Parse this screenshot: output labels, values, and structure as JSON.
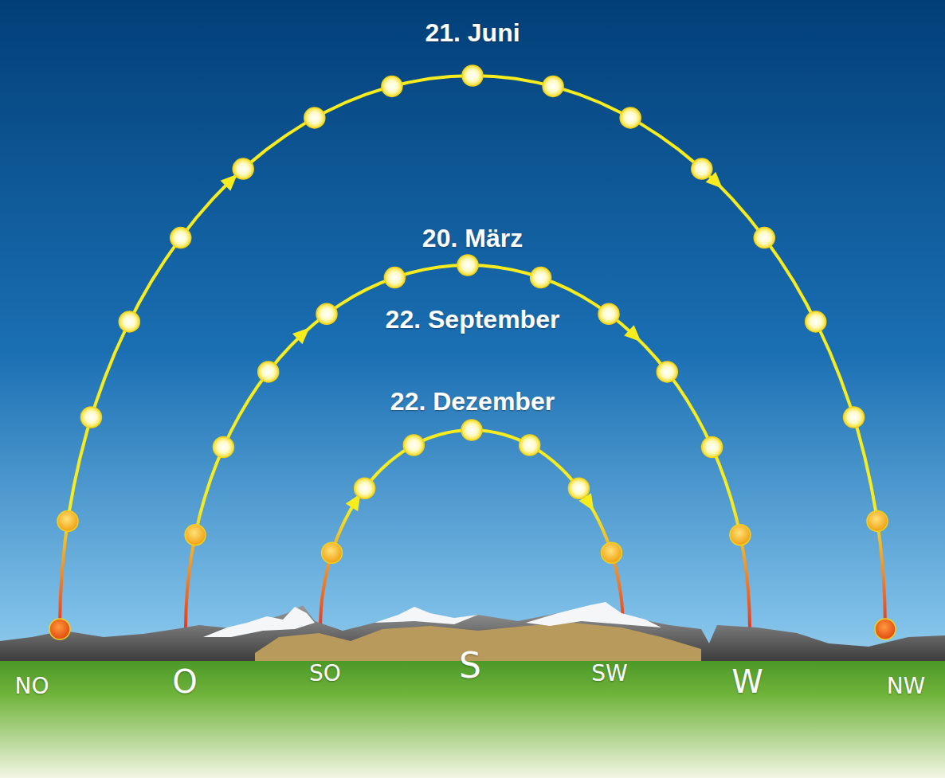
{
  "diagram": {
    "labels": [
      "21. Juni",
      "20. März",
      "22. September",
      "22. Dezember",
      "NO",
      "O",
      "SO",
      "S",
      "SW",
      "W",
      "NW"
    ]
  }
}
